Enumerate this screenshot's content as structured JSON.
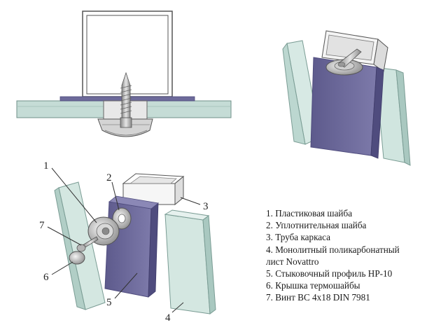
{
  "callouts": [
    "1",
    "2",
    "3",
    "4",
    "5",
    "6",
    "7"
  ],
  "legend": [
    "1. Пластиковая шайба",
    "2. Уплотнительная шайба",
    "3. Труба каркаса",
    "4. Монолитный поликарбонатный",
    "лист Novattro",
    "5. Стыковочный профиль НР-10",
    "6. Крышка термошайбы",
    "7. Винт ВС 4х18 DIN 7981"
  ],
  "colors": {
    "panel_fill": "#c5dcd6",
    "panel_edge": "#8fb0a8",
    "profile_fill": "#6d6a9a",
    "profile_dark": "#4f4c7e",
    "tube_fill": "#f2f2f2",
    "metal": "#b9b9b9",
    "outline": "#555555"
  }
}
